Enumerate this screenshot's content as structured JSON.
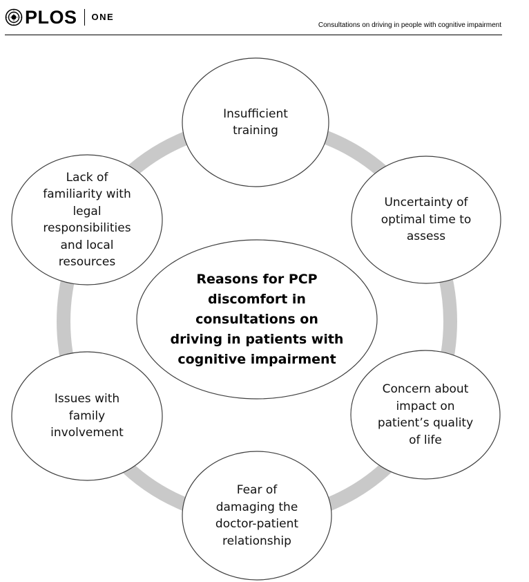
{
  "header": {
    "brand": "PLOS",
    "journal": "ONE",
    "running_title": "Consultations on driving in people with cognitive impairment"
  },
  "diagram": {
    "center": "Reasons for PCP\ndiscomfort in\nconsultations on\ndriving in patients with\ncognitive impairment",
    "nodes": [
      "Insufficient\ntraining",
      "Uncertainty of\noptimal time to\nassess",
      "Concern about\nimpact on\npatient’s quality\nof life",
      "Fear of\ndamaging the\ndoctor-patient\nrelationship",
      "Issues with\nfamily\ninvolvement",
      "Lack of\nfamiliarity with\nlegal\nresponsibilities\nand local\nresources"
    ],
    "colors": {
      "ring": "#c9c9c9",
      "outline": "#3f3f3f"
    }
  }
}
